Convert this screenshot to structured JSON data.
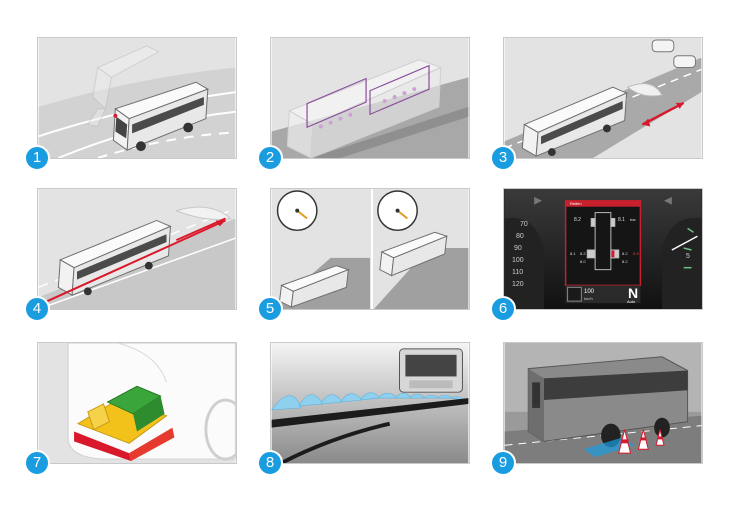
{
  "steps": [
    {
      "number": "1",
      "scene": "lane-keeping-assist"
    },
    {
      "number": "2",
      "scene": "interior-smoke-detection"
    },
    {
      "number": "3",
      "scene": "blind-spot-radar"
    },
    {
      "number": "4",
      "scene": "active-brake-assist"
    },
    {
      "number": "5",
      "scene": "adaptive-cruise-control"
    },
    {
      "number": "6",
      "scene": "tire-pressure-monitoring"
    },
    {
      "number": "7",
      "scene": "front-collision-guard"
    },
    {
      "number": "8",
      "scene": "rain-sensor-wipers"
    },
    {
      "number": "9",
      "scene": "electronic-stability-program"
    }
  ],
  "dashboard": {
    "screen_title": "Reifen",
    "pressure_unit": "bar",
    "pressure_values": [
      "8.2",
      "8.1",
      "8.1",
      "8.2",
      "8.2",
      "8.0",
      "8.2"
    ],
    "warning_value": "5.9",
    "speedo_ticks": [
      "70",
      "80",
      "90",
      "100",
      "110",
      "120"
    ],
    "speed_value": "100",
    "speed_unit": "km/h",
    "gear": "N",
    "gear_mode": "Auto",
    "rpm_tick": "5"
  },
  "colors": {
    "badge": "#1a9de0",
    "arrow": "#d9192b",
    "screen_frame": "#c8202c",
    "guard_yellow": "#f2c21a",
    "guard_green": "#3aa53a",
    "water": "#8fd0ef"
  }
}
